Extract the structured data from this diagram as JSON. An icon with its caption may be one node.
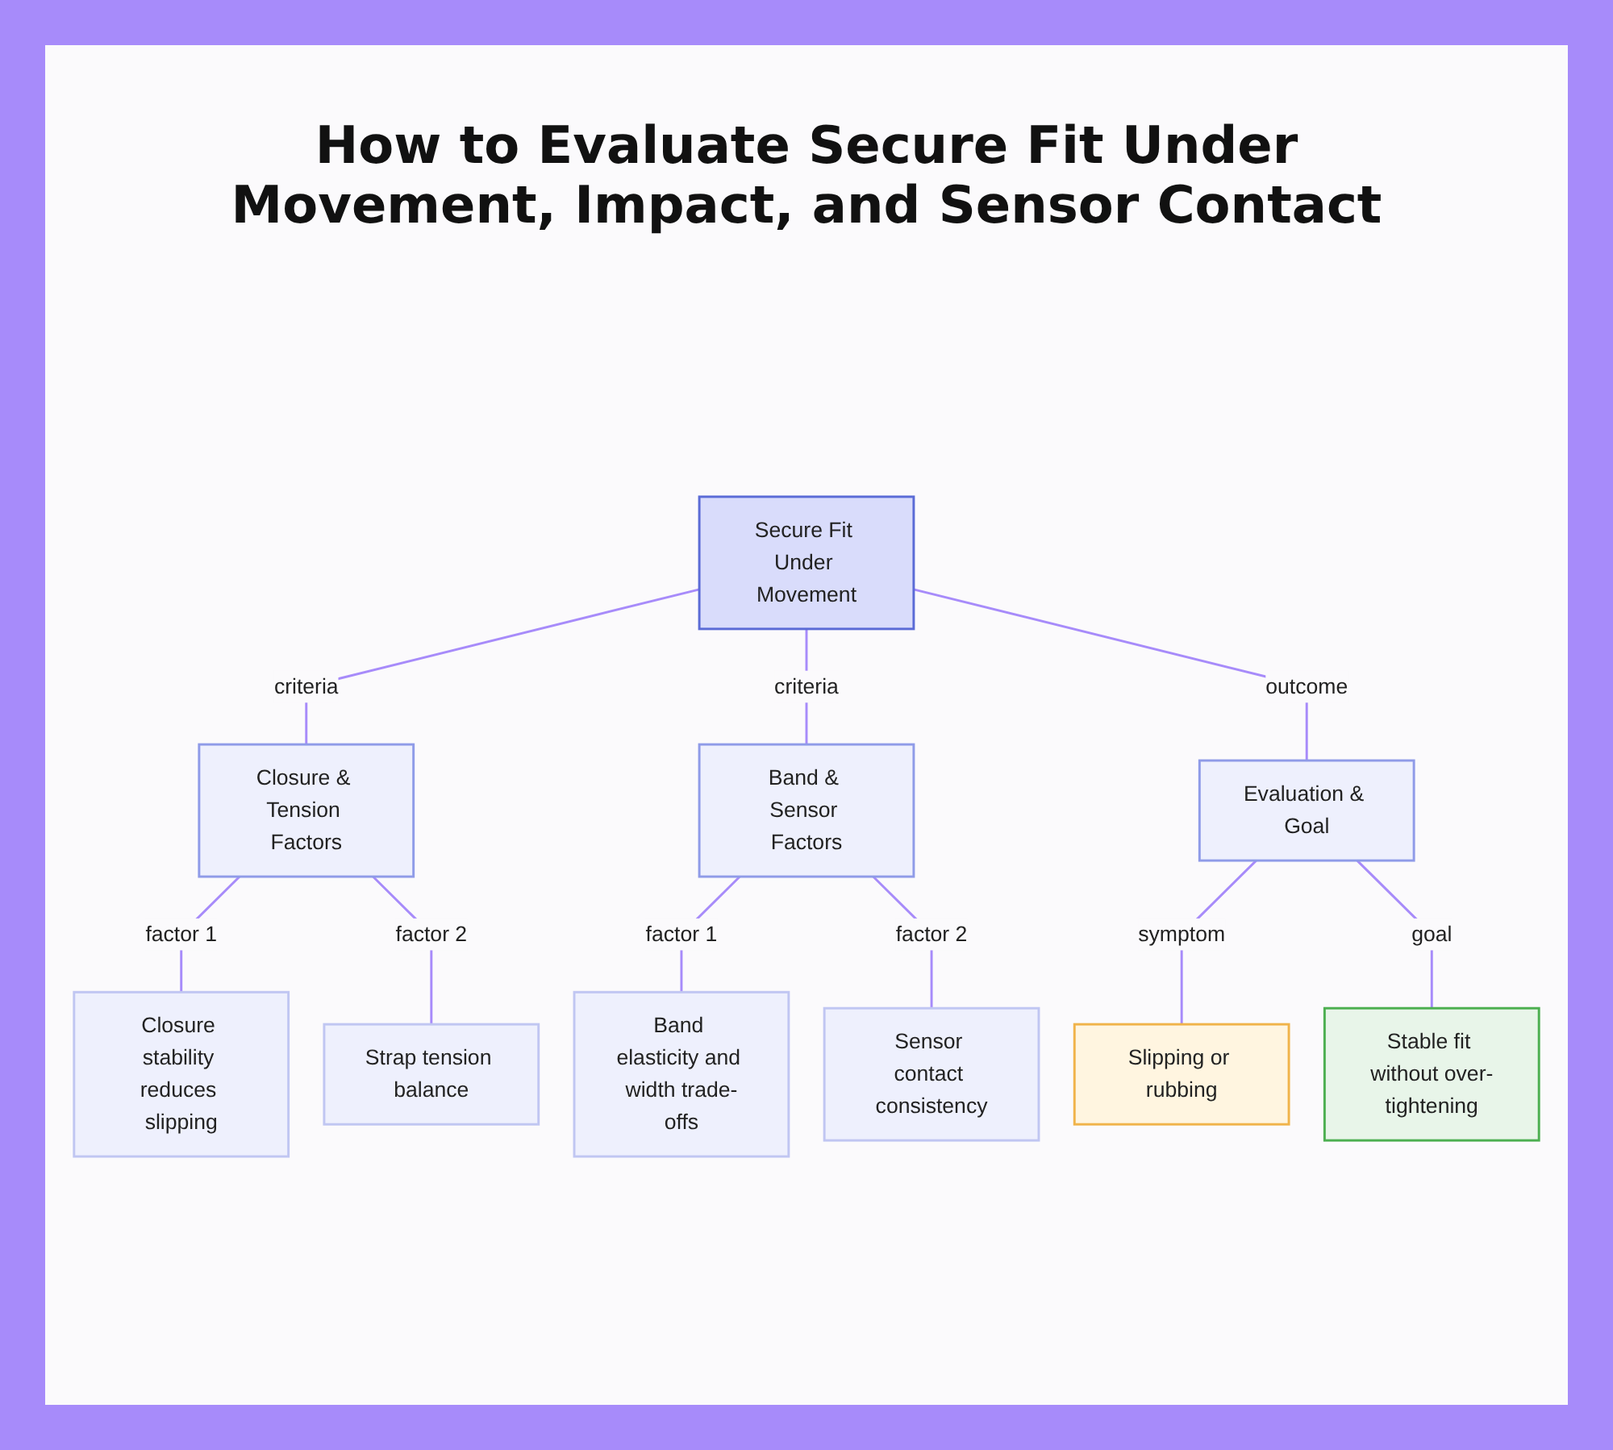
{
  "diagram": {
    "title": "How to Evaluate Secure Fit Under Movement, Impact, and Sensor Contact",
    "nodes": [
      {
        "text": [
          "Secure Fit Under Movement"
        ]
      },
      {
        "text": [
          "Closure & Tension Factors"
        ]
      },
      {
        "text": [
          "Band & Sensor Factors"
        ]
      },
      {
        "text": [
          "Evaluation & Goal"
        ]
      },
      {
        "text": [
          "Closure stability reduces slipping"
        ]
      },
      {
        "text": [
          "Strap tension balance"
        ]
      },
      {
        "text": [
          "Band elasticity and width trade-offs"
        ]
      },
      {
        "text": [
          "Sensor contact consistency"
        ]
      },
      {
        "text": [
          "Slipping or rubbing"
        ]
      },
      {
        "text": [
          "Stable fit without over-tightening"
        ]
      }
    ],
    "edges": [
      {
        "from": 0,
        "to": 1,
        "arrow": "none",
        "label": "criteria"
      },
      {
        "from": 0,
        "to": 2,
        "arrow": "none",
        "label": "criteria"
      },
      {
        "from": 0,
        "to": 3,
        "arrow": "none",
        "label": "outcome"
      },
      {
        "from": 1,
        "to": 4,
        "arrow": "none",
        "label": "factor 1"
      },
      {
        "from": 1,
        "to": 5,
        "arrow": "none",
        "label": "factor 2"
      },
      {
        "from": 2,
        "to": 6,
        "arrow": "none",
        "label": "factor 1"
      },
      {
        "from": 2,
        "to": 7,
        "arrow": "none",
        "label": "factor 2"
      },
      {
        "from": 3,
        "to": 8,
        "arrow": "none",
        "label": "symptom"
      },
      {
        "from": 3,
        "to": 9,
        "arrow": "none",
        "label": "goal"
      }
    ]
  }
}
